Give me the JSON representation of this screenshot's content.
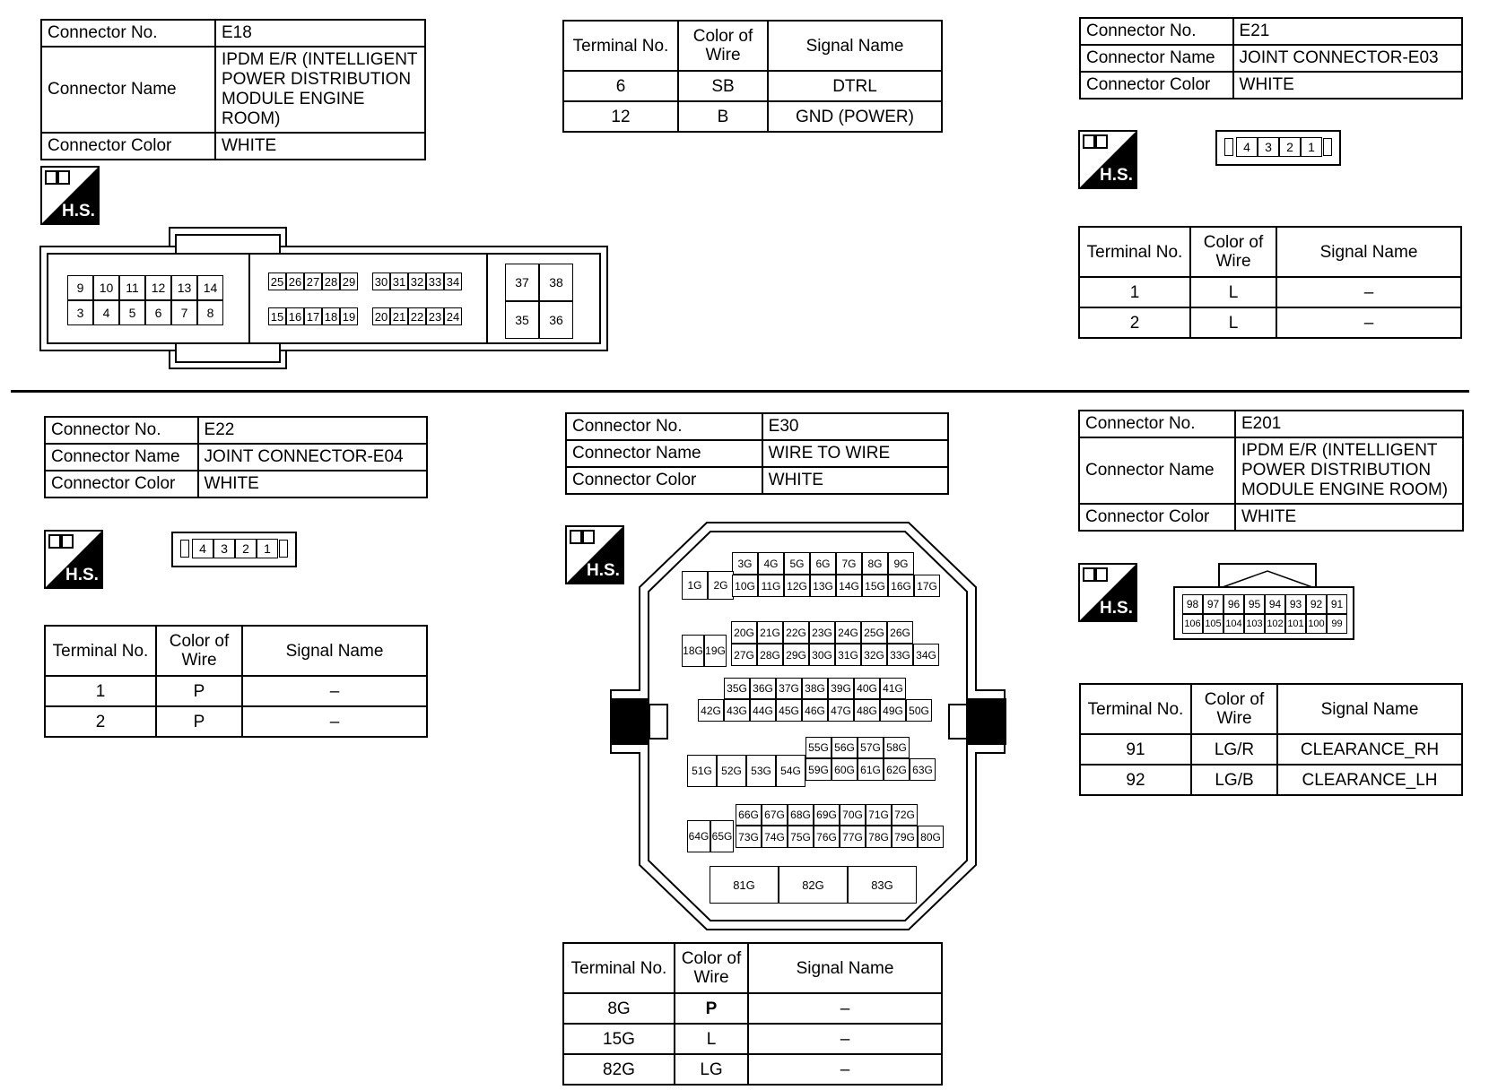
{
  "labels": {
    "connector_no": "Connector No.",
    "connector_name": "Connector Name",
    "connector_color": "Connector Color",
    "terminal_no": "Terminal No.",
    "color_of_wire": "Color of Wire",
    "signal_name": "Signal Name",
    "hs": "H.S."
  },
  "e18": {
    "no": "E18",
    "name": "IPDM E/R (INTELLIGENT POWER DISTRIBUTION MODULE ENGINE ROOM)",
    "color": "WHITE",
    "group1_top": [
      "9",
      "10",
      "11",
      "12",
      "13",
      "14"
    ],
    "group1_bottom": [
      "3",
      "4",
      "5",
      "6",
      "7",
      "8"
    ],
    "group2_top": [
      "25",
      "26",
      "27",
      "28",
      "29",
      "30",
      "31",
      "32",
      "33",
      "34"
    ],
    "group2_bottom": [
      "15",
      "16",
      "17",
      "18",
      "19",
      "20",
      "21",
      "22",
      "23",
      "24"
    ],
    "group3": [
      "37",
      "38",
      "35",
      "36"
    ],
    "terminals": [
      {
        "no": "6",
        "wire": "SB",
        "signal": "DTRL"
      },
      {
        "no": "12",
        "wire": "B",
        "signal": "GND (POWER)"
      }
    ]
  },
  "e21": {
    "no": "E21",
    "name": "JOINT CONNECTOR-E03",
    "color": "WHITE",
    "pins": [
      "4",
      "3",
      "2",
      "1"
    ],
    "terminals": [
      {
        "no": "1",
        "wire": "L",
        "signal": "–"
      },
      {
        "no": "2",
        "wire": "L",
        "signal": "–"
      }
    ]
  },
  "e22": {
    "no": "E22",
    "name": "JOINT CONNECTOR-E04",
    "color": "WHITE",
    "pins": [
      "4",
      "3",
      "2",
      "1"
    ],
    "terminals": [
      {
        "no": "1",
        "wire": "P",
        "signal": "–"
      },
      {
        "no": "2",
        "wire": "P",
        "signal": "–"
      }
    ]
  },
  "e30": {
    "no": "E30",
    "name": "WIRE TO WIRE",
    "color": "WHITE",
    "rowA_top": [
      "3G",
      "4G",
      "5G",
      "6G",
      "7G",
      "8G",
      "9G"
    ],
    "rowA_left": [
      "1G",
      "2G"
    ],
    "rowA_bottom": [
      "10G",
      "11G",
      "12G",
      "13G",
      "14G",
      "15G",
      "16G",
      "17G"
    ],
    "rowB_left": [
      "18G",
      "19G"
    ],
    "rowB_top": [
      "20G",
      "21G",
      "22G",
      "23G",
      "24G",
      "25G",
      "26G"
    ],
    "rowB_bottom": [
      "27G",
      "28G",
      "29G",
      "30G",
      "31G",
      "32G",
      "33G",
      "34G"
    ],
    "rowC_top": [
      "35G",
      "36G",
      "37G",
      "38G",
      "39G",
      "40G",
      "41G"
    ],
    "rowC_bottom": [
      "42G",
      "43G",
      "44G",
      "45G",
      "46G",
      "47G",
      "48G",
      "49G",
      "50G"
    ],
    "rowD_left": [
      "51G",
      "52G",
      "53G",
      "54G"
    ],
    "rowD_top": [
      "55G",
      "56G",
      "57G",
      "58G"
    ],
    "rowD_bottom": [
      "59G",
      "60G",
      "61G",
      "62G",
      "63G"
    ],
    "rowE_left": [
      "64G",
      "65G"
    ],
    "rowE_top": [
      "66G",
      "67G",
      "68G",
      "69G",
      "70G",
      "71G",
      "72G"
    ],
    "rowE_bottom": [
      "73G",
      "74G",
      "75G",
      "76G",
      "77G",
      "78G",
      "79G",
      "80G"
    ],
    "rowF": [
      "81G",
      "82G",
      "83G"
    ],
    "terminals": [
      {
        "no": "8G",
        "wire": "P",
        "signal": "–"
      },
      {
        "no": "15G",
        "wire": "L",
        "signal": "–"
      },
      {
        "no": "82G",
        "wire": "LG",
        "signal": "–"
      }
    ]
  },
  "e201": {
    "no": "E201",
    "name": "IPDM E/R (INTELLIGENT POWER DISTRIBUTION MODULE ENGINE ROOM)",
    "color": "WHITE",
    "pins_top": [
      "98",
      "97",
      "96",
      "95",
      "94",
      "93",
      "92",
      "91"
    ],
    "pins_bottom": [
      "106",
      "105",
      "104",
      "103",
      "102",
      "101",
      "100",
      "99"
    ],
    "terminals": [
      {
        "no": "91",
        "wire": "LG/R",
        "signal": "CLEARANCE_RH"
      },
      {
        "no": "92",
        "wire": "LG/B",
        "signal": "CLEARANCE_LH"
      }
    ]
  }
}
